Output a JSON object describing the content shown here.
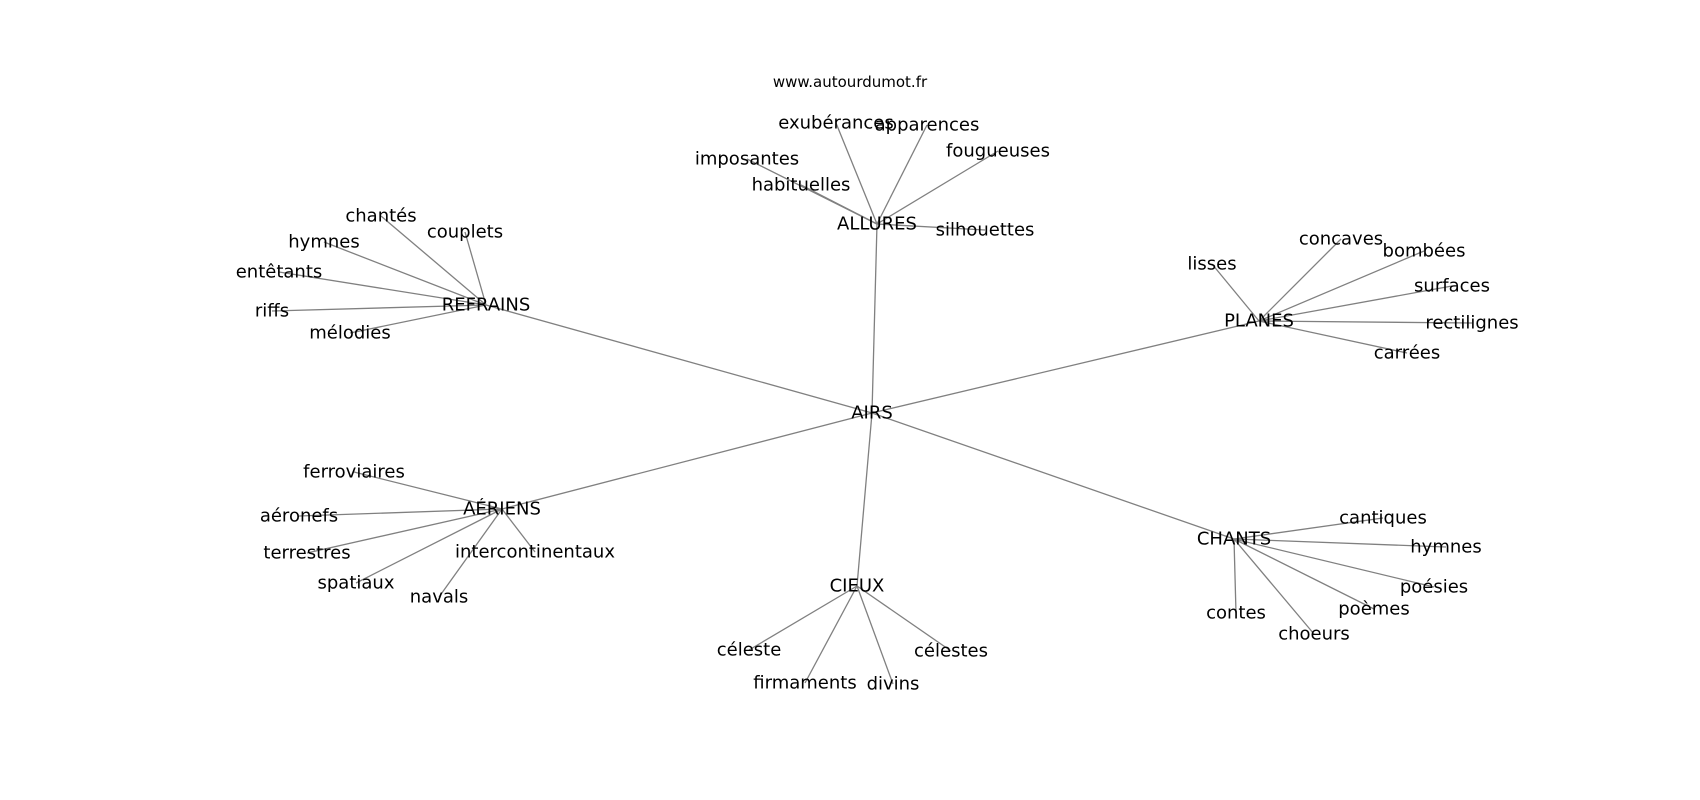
{
  "site": "www.autourdumot.fr",
  "root": {
    "id": "airs",
    "label": "AIRS"
  },
  "hubs": [
    {
      "id": "allures",
      "label": "ALLURES",
      "children": [
        "exubérances",
        "apparences",
        "fougueuses",
        "imposantes",
        "habituelles",
        "silhouettes"
      ]
    },
    {
      "id": "refrains",
      "label": "REFRAINS",
      "children": [
        "chantés",
        "couplets",
        "hymnes",
        "entêtants",
        "riffs",
        "mélodies"
      ]
    },
    {
      "id": "planes",
      "label": "PLANES",
      "children": [
        "lisses",
        "concaves",
        "bombées",
        "surfaces",
        "rectilignes",
        "carrées"
      ]
    },
    {
      "id": "aeriens",
      "label": "AÉRIENS",
      "children": [
        "ferroviaires",
        "aéronefs",
        "terrestres",
        "intercontinentaux",
        "spatiaux",
        "navals"
      ]
    },
    {
      "id": "cieux",
      "label": "CIEUX",
      "children": [
        "céleste",
        "firmaments",
        "divins",
        "célestes"
      ]
    },
    {
      "id": "chants",
      "label": "CHANTS",
      "children": [
        "cantiques",
        "hymnes",
        "poésies",
        "poèmes",
        "contes",
        "choeurs"
      ]
    }
  ]
}
